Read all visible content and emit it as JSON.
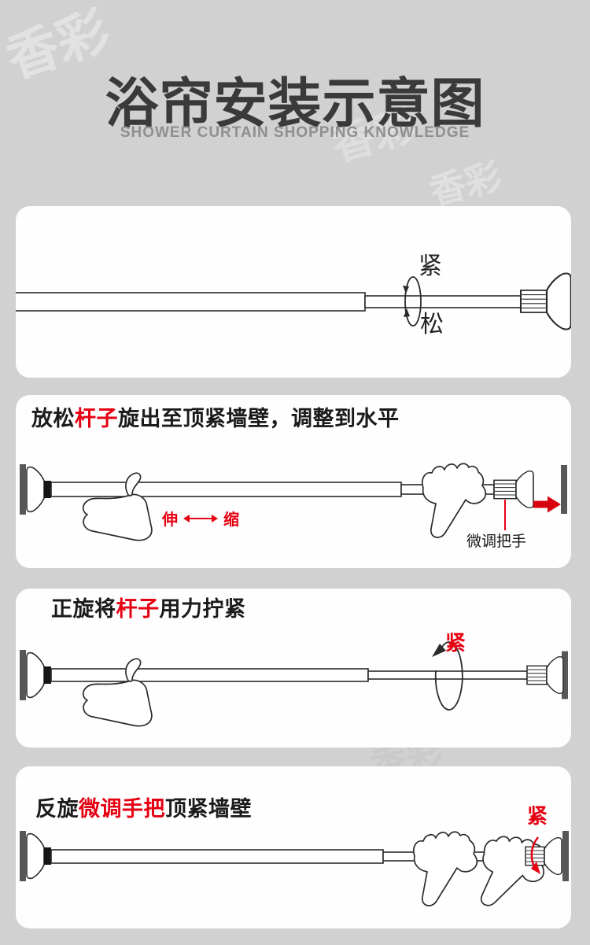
{
  "colors": {
    "background": "#d1d1d1",
    "panel": "#fefefe",
    "ink": "#2b2b2b",
    "accent_red": "#e60012",
    "arrow_red": "#d7000f",
    "wall_gray": "#575757",
    "title": "#3a3a3a",
    "subtitle": "#8f8f8f"
  },
  "icons": {
    "rotation_ellipse": "⟳",
    "extend_retract_arrow": "↔",
    "push_to_wall_arrow": "→",
    "rotate_tighten_arc": "⤵"
  },
  "watermark": "香彩",
  "header": {
    "title": "浴帘安装示意图",
    "subtitle": "SHOWER CURTAIN SHOPPING KNOWLEDGE"
  },
  "panel1": {
    "tight": "紧",
    "loose": "松"
  },
  "panel2": {
    "heading": {
      "pre": "放松",
      "highlight": "杆子",
      "post": "旋出至顶紧墙壁，调整到水平"
    },
    "extend": "伸",
    "retract": "缩",
    "handle_label": "微调把手"
  },
  "panel3": {
    "heading": {
      "pre": "正旋将",
      "highlight": "杆子",
      "post": "用力拧紧"
    },
    "tight": "紧"
  },
  "panel4": {
    "heading": {
      "pre": "反旋",
      "highlight": "微调手把",
      "post": "顶紧墙壁"
    },
    "tight": "紧"
  }
}
